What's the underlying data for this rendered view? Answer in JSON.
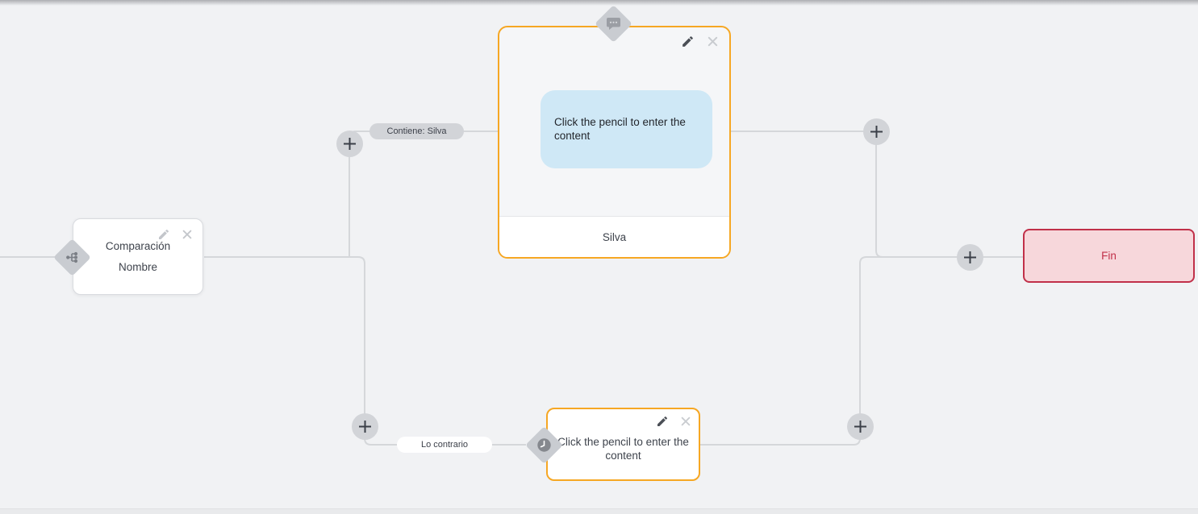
{
  "canvas": {
    "background": "#f1f2f4",
    "connector_color": "#d5d7da"
  },
  "nodes": {
    "comparison": {
      "title_line1": "Comparación",
      "title_line2": "Nombre",
      "type_icon": "branch-icon"
    },
    "message": {
      "body_placeholder": "Click the pencil to enter the content",
      "footer_value": "Silva",
      "type_icon": "chat-bubble-icon"
    },
    "delay": {
      "body_placeholder": "Click the pencil to enter the content",
      "type_icon": "clock-icon"
    },
    "end": {
      "label": "Fin",
      "background": "#f7d7db",
      "border_color": "#c13049"
    }
  },
  "edge_labels": {
    "top_branch": "Contiene: Silva",
    "bottom_branch": "Lo contrario"
  },
  "accent": {
    "node_border_orange": "#f6a723",
    "bubble_blue": "#cfe8f6"
  }
}
